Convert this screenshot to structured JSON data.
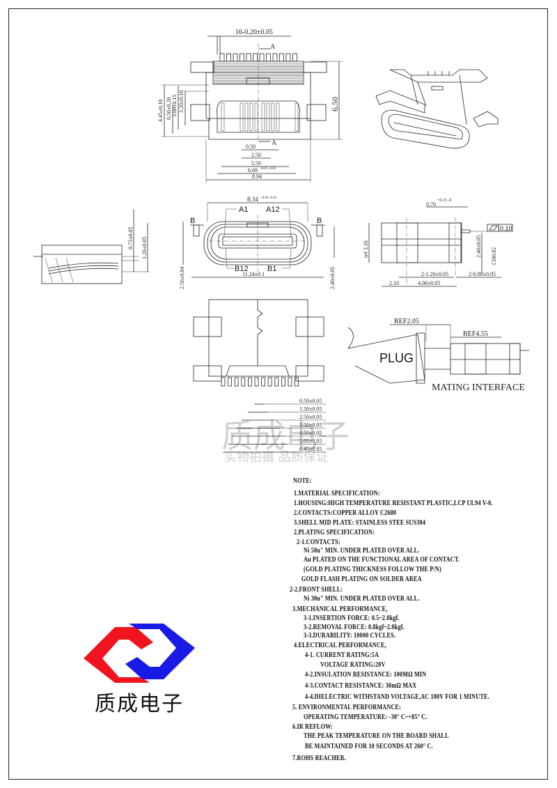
{
  "top_view": {
    "pin_count_dim": "16-0.20±0.05",
    "section_marker": "A",
    "height_dim": "6.50",
    "left_dims": [
      "4.45±0.10",
      "0.50±0.20",
      "3.60±0.15",
      "3.20±0.10"
    ],
    "bottom_dims": [
      "0.50",
      "2.50",
      "5.50",
      "6.69",
      "8.94"
    ],
    "dim_6_69_tol": "+0.05 -0.05"
  },
  "front_view": {
    "width_dim": "8.34",
    "width_tol": "+0.05 -0.02",
    "overall_dim": "11.24±0.1",
    "left_height_dim": "2.56±0.04",
    "right_height_dim": "2.40±0.05",
    "pin_labels": {
      "a1": "A1",
      "a12": "A12",
      "b12": "B12",
      "b1": "B1"
    },
    "section_marker": "B"
  },
  "left_side_view": {
    "dims": [
      "0.73±0.05",
      "1.20±0.05"
    ]
  },
  "right_side_view": {
    "top_dim": "0.70",
    "top_dim_tol": "+0.15 -0",
    "ref_height": "ref 3.16",
    "flatness_value": "0.10",
    "dim_240": "2.40±0.05",
    "dim_ch": "CH0.82",
    "dim_120": "2-1.20±0.05",
    "dim_080": "2-0.80±0.05",
    "dim_210": "2.10",
    "dim_400": "4.00±0.05"
  },
  "pcb_view": {
    "pitch_dims": [
      "0.50±0.05",
      "1.50±0.05",
      "2.50±0.05",
      "3.50±0.05",
      "4.55±0.05",
      "5.05±0.05",
      "6.45±0.05"
    ]
  },
  "mating_view": {
    "ref1": "REF2.05",
    "ref2": "REF4.55",
    "plug_label": "PLUG",
    "caption": "MATING INTERFACE"
  },
  "watermark": {
    "main": "质成电子",
    "sub": "实物拍摄 品质保证"
  },
  "notes": [
    "NOTE:",
    "1.MATERIAL SPECIFICATION:",
    "1.HOUSING:HIGH TEMPERATURE RESISTANT PLASTIC,LCP UL94 V-0.",
    "2.CONTACTS:COPPER ALLOY C2680",
    "3.SHELL MID PLATE: STAINLESS STEE SUS304",
    "2.PLATING SPECIFICATION:",
    "2-1.CONTACTS:",
    "Ni 50u\" MIN. UNDER PLATED OVER ALL.",
    "Au PLATED ON THE FUNCTIONAL AREA OF CONTACT.",
    "(GOLD PLATING THICKNESS FOLLOW THE P/N)",
    "GOLD FLASH PLATING ON SOLDER AREA",
    "2-2.FRONT SHELL:",
    "Ni 30u\" MIN. UNDER PLATED OVER ALL.",
    "3.MECHANICAL PERFORMANCE,",
    "3-1.INSERTION FORCE: 0.5~2.0kgf.",
    "3-2.REMOVAL FORCE: 0.8kgf~2.0kgf.",
    "3-3.DURABILITY: 10000 CYCLES.",
    "4.ELECTRICAL PERFORMANCE,",
    "4-1. CURRENT RATING:5A",
    "VOLTAGE RATING:20V",
    "4-2.INSULATION RESISTANCE: 100MΩ  MIN",
    "4-3.CONTACT RESISTANCE: 30mΩ  MAX",
    "4-4.DIELECTRIC WITHSTAND VOLTAGE,AC 100V FOR 1 MINUTE.",
    "5. ENVIRONMENTAL PERFORMANCE:",
    "OPERATING TEMPERATURE: -30° C~+85° C.",
    "6.IR REFLOW:",
    "THE PEAK TEMPERATURE ON THE BOARD SHALL",
    "BE MAINTAINED FOR 10 SECONDS AT 260° C.",
    "7.ROHS REACHER."
  ],
  "logo": {
    "text": "质成电子",
    "colors": {
      "red": "#f0141e",
      "blue": "#1a1ae6"
    }
  }
}
